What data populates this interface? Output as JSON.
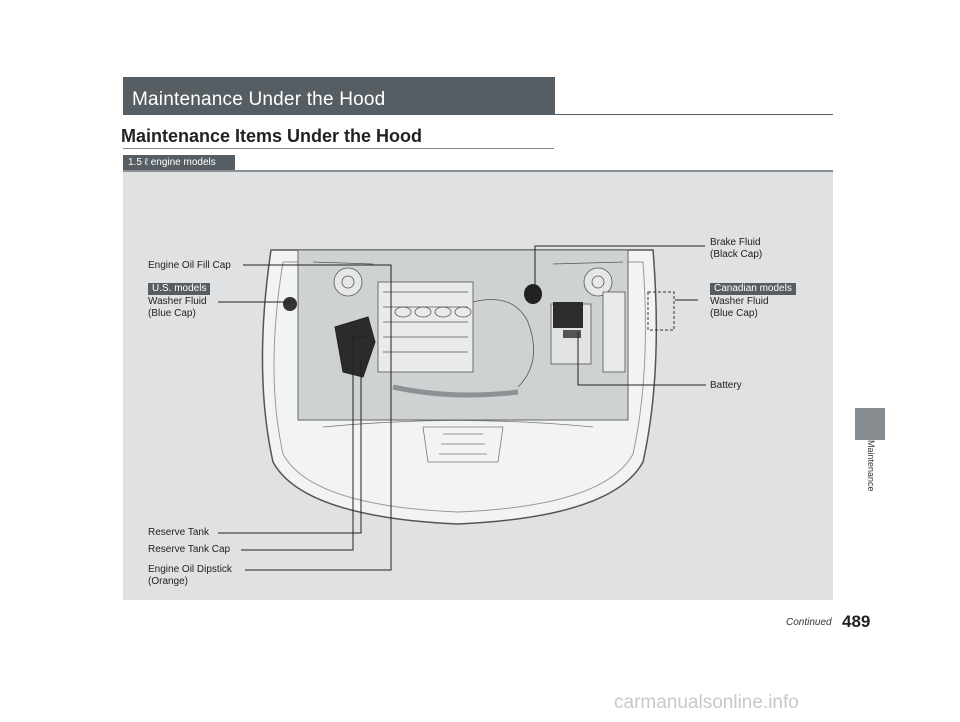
{
  "header": {
    "section_title": "Maintenance Under the Hood",
    "subsection_title": "Maintenance Items Under the Hood",
    "engine_tag": "1.5 ℓ engine models"
  },
  "callouts": {
    "engine_oil_fill_cap": "Engine Oil Fill Cap",
    "us_models_tag": "U.S. models",
    "washer_fluid_left_1": "Washer Fluid",
    "washer_fluid_left_2": "(Blue Cap)",
    "brake_fluid_1": "Brake Fluid",
    "brake_fluid_2": "(Black Cap)",
    "canadian_models_tag": "Canadian models",
    "washer_fluid_right_1": "Washer Fluid",
    "washer_fluid_right_2": "(Blue Cap)",
    "battery": "Battery",
    "reserve_tank": "Reserve Tank",
    "reserve_tank_cap": "Reserve Tank Cap",
    "engine_oil_dipstick_1": "Engine Oil Dipstick",
    "engine_oil_dipstick_2": "(Orange)"
  },
  "sidebar": {
    "label": "Maintenance"
  },
  "footer": {
    "continued": "Continued",
    "page_number": "489"
  },
  "watermark": "carmanualsonline.info",
  "colors": {
    "header_bar": "#565e63",
    "panel_bg": "#dfe1e2",
    "side_tab": "#868c90"
  }
}
